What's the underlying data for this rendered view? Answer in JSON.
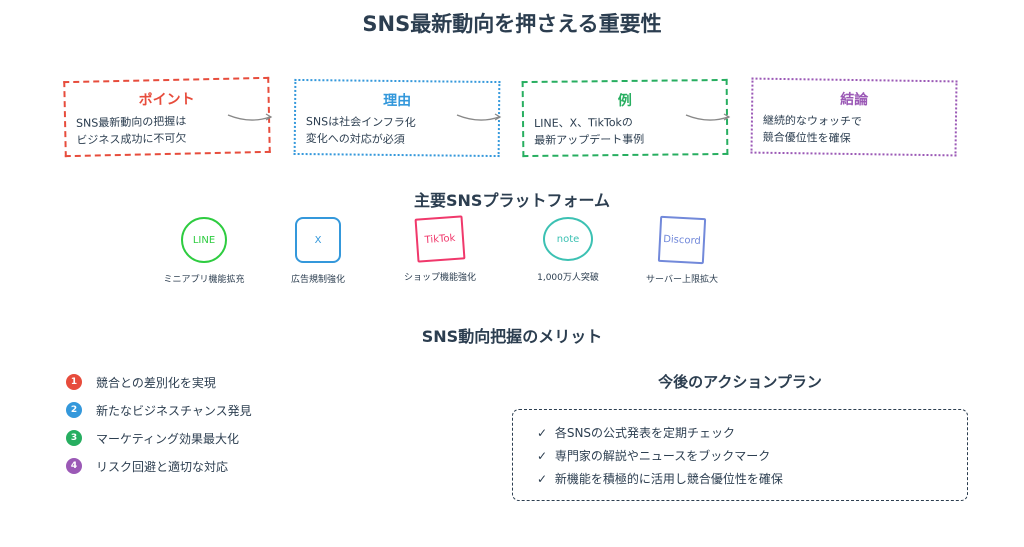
{
  "title": "SNS最新動向を押さえる重要性",
  "prep_cards": [
    {
      "title": "ポイント",
      "text": "SNS最新動向の把握は\nビジネス成功に不可欠",
      "color": "#e74c3c"
    },
    {
      "title": "理由",
      "text": "SNSは社会インフラ化\n変化への対応が必須",
      "color": "#3498db"
    },
    {
      "title": "例",
      "text": "LINE、X、TikTokの\n最新アップデート事例",
      "color": "#27ae60"
    },
    {
      "title": "結論",
      "text": "継続的なウォッチで\n競合優位性を確保",
      "color": "#9b59b6"
    }
  ],
  "platforms_section_title": "主要SNSプラットフォーム",
  "platforms": [
    {
      "name": "LINE",
      "label": "ミニアプリ機能拡充",
      "color": "#2ecc40",
      "shape": "circle"
    },
    {
      "name": "X",
      "label": "広告規制強化",
      "color": "#3498db",
      "shape": "rounded-square"
    },
    {
      "name": "TikTok",
      "label": "ショップ機能強化",
      "color": "#f0386b",
      "shape": "tilted-square"
    },
    {
      "name": "note",
      "label": "1,000万人突破",
      "color": "#3cc1b3",
      "shape": "ellipse"
    },
    {
      "name": "Discord",
      "label": "サーバー上限拡大",
      "color": "#7289da",
      "shape": "tilted-square"
    }
  ],
  "benefits_section_title": "SNS動向把握のメリット",
  "benefits": [
    {
      "num": "1",
      "text": "競合との差別化を実現",
      "color": "#e74c3c"
    },
    {
      "num": "2",
      "text": "新たなビジネスチャンス発見",
      "color": "#3498db"
    },
    {
      "num": "3",
      "text": "マーケティング効果最大化",
      "color": "#27ae60"
    },
    {
      "num": "4",
      "text": "リスク回避と適切な対応",
      "color": "#9b59b6"
    }
  ],
  "action_plan": {
    "title": "今後のアクションプラン",
    "check": "✓",
    "items": [
      "各SNSの公式発表を定期チェック",
      "専門家の解説やニュースをブックマーク",
      "新機能を積極的に活用し競合優位性を確保"
    ]
  }
}
